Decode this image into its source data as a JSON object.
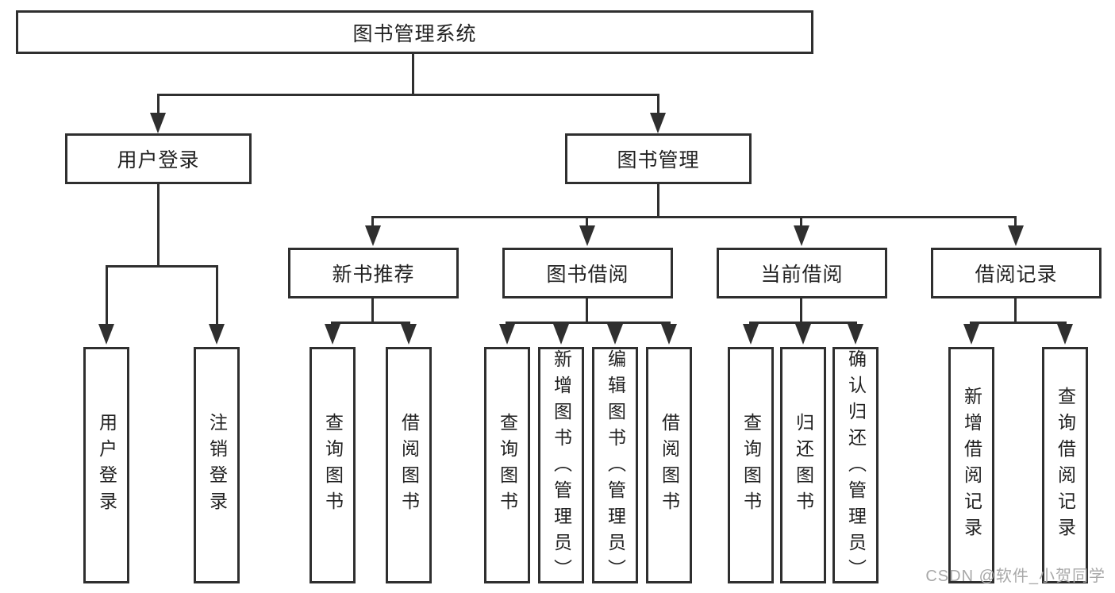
{
  "diagram": {
    "root": {
      "label": "图书管理系统"
    },
    "level2": [
      {
        "label": "用户登录"
      },
      {
        "label": "图书管理"
      }
    ],
    "level3": [
      {
        "label": "新书推荐"
      },
      {
        "label": "图书借阅"
      },
      {
        "label": "当前借阅"
      },
      {
        "label": "借阅记录"
      }
    ],
    "leaves": {
      "user_login": [
        {
          "label": "用户登录"
        },
        {
          "label": "注销登录"
        }
      ],
      "new_book_recommend": [
        {
          "label": "查询图书"
        },
        {
          "label": "借阅图书"
        }
      ],
      "book_borrowing": [
        {
          "label": "查询图书"
        },
        {
          "label": "新增图书（管理员）"
        },
        {
          "label": "编辑图书（管理员）"
        },
        {
          "label": "借阅图书"
        }
      ],
      "current_borrowing": [
        {
          "label": "查询图书"
        },
        {
          "label": "归还图书"
        },
        {
          "label": "确认归还（管理员）"
        }
      ],
      "borrowing_records": [
        {
          "label": "新增借阅记录"
        },
        {
          "label": "查询借阅记录"
        }
      ]
    }
  },
  "watermark": {
    "text": "CSDN @软件_小贺同学"
  },
  "colors": {
    "line": "#2f2f2f",
    "text": "#212121",
    "box_fill": "#ffffff",
    "background": "#ffffff",
    "watermark": "#a8a8a8"
  }
}
